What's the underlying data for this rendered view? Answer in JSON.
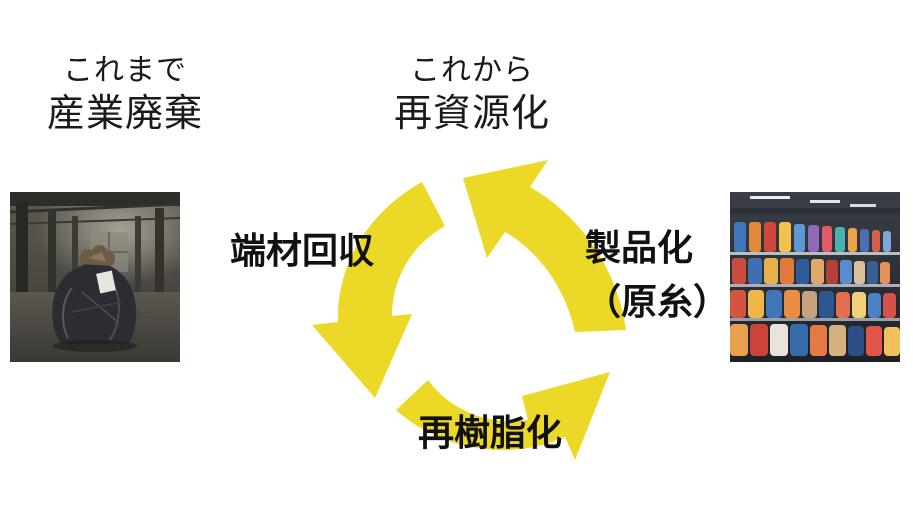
{
  "headings": {
    "left": {
      "sub": "これまで",
      "main": "産業廃棄"
    },
    "right": {
      "sub": "これから",
      "main": "再資源化"
    }
  },
  "cycle": {
    "color": "#ecd927",
    "steps": {
      "collect": "端材回収",
      "product_line1": "製品化",
      "product_line2": "（原糸）",
      "resin": "再樹脂化"
    }
  },
  "images": {
    "left": "factory-waste-bag-photo",
    "right": "thread-spool-factory-photo"
  }
}
